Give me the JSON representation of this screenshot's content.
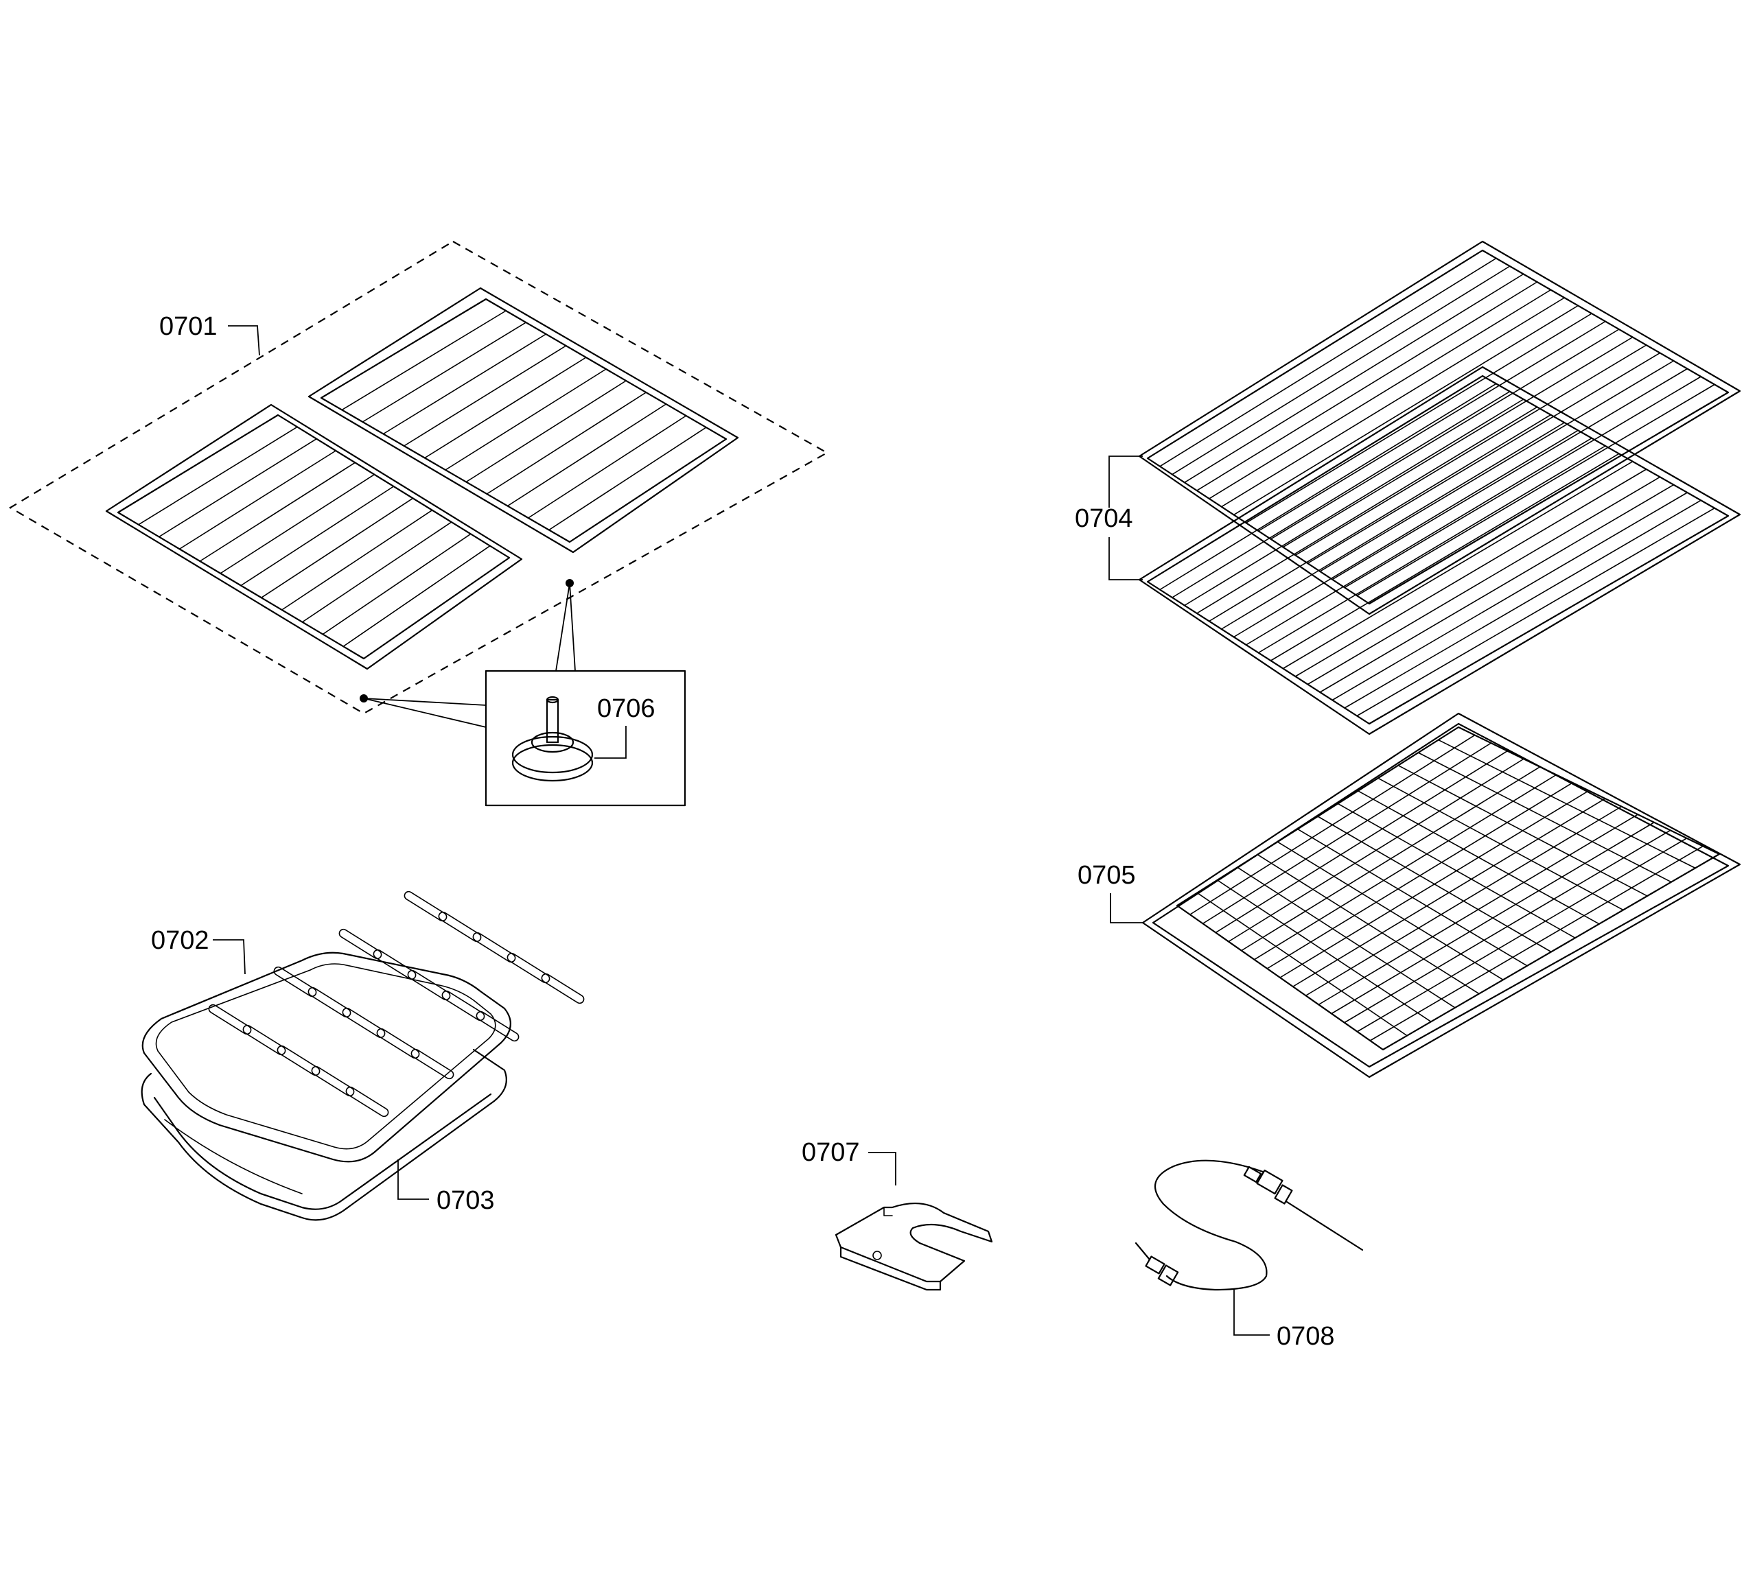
{
  "diagram": {
    "parts": [
      {
        "id": "grates",
        "label": "0701"
      },
      {
        "id": "broil-pan-grid",
        "label": "0702"
      },
      {
        "id": "broil-pan",
        "label": "0703"
      },
      {
        "id": "oven-racks",
        "label": "0704"
      },
      {
        "id": "telescopic-rack",
        "label": "0705"
      },
      {
        "id": "grate-foot",
        "label": "0706"
      },
      {
        "id": "probe-holder",
        "label": "0707"
      },
      {
        "id": "meat-probe",
        "label": "0708"
      }
    ]
  }
}
